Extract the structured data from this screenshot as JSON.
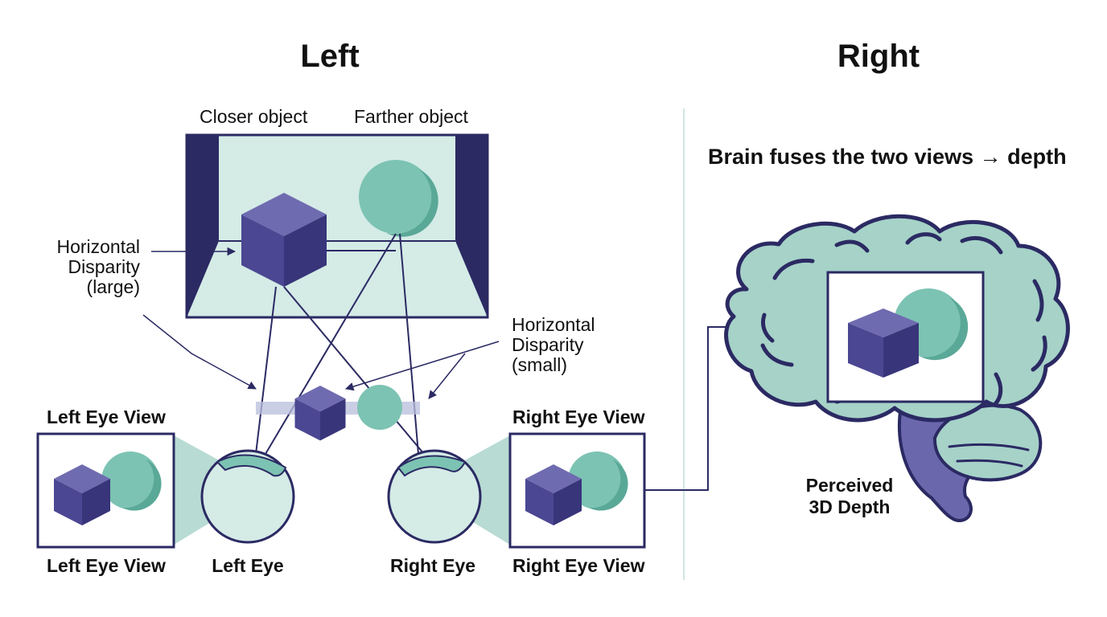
{
  "headings": {
    "left": "Left",
    "right": "Right"
  },
  "scene": {
    "closer_label": "Closer object",
    "farther_label": "Farther object"
  },
  "disparity": {
    "large": [
      "Horizontal",
      "Disparity",
      "(large)"
    ],
    "small": [
      "Horizontal",
      "Disparity",
      "(small)"
    ]
  },
  "left_view": {
    "title_top": "Left Eye View",
    "title_bottom": "Left Eye View"
  },
  "right_view": {
    "title_top": "Right Eye View",
    "title_bottom": "Right Eye View"
  },
  "eyes": {
    "left": "Left Eye",
    "right": "Right Eye"
  },
  "brain": {
    "caption": "Brain fuses the two views → depth",
    "result": [
      "Perceived",
      "3D Depth"
    ]
  },
  "colors": {
    "navy": "#2b2a63",
    "cube_front": "#4b4792",
    "cube_top": "#6f6bb0",
    "cube_side": "#38357a",
    "sphere": "#7cc3b3",
    "sphere_shade": "#5aa897",
    "pale": "#d4ebe6",
    "brain_fill": "#a6d2c8",
    "stem": "#6a67ad"
  }
}
